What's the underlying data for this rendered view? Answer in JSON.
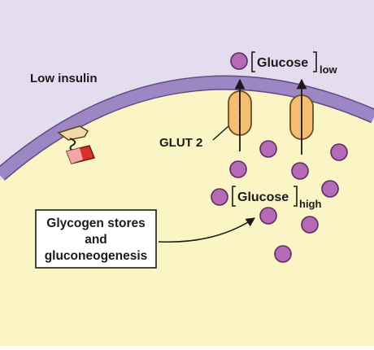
{
  "labels": {
    "low_insulin": "Low insulin",
    "glut2": "GLUT 2",
    "glucose": "Glucose",
    "low_sub": "low",
    "high_sub": "high",
    "box_lines": [
      "Glycogen stores",
      "and",
      "gluconeogenesis"
    ]
  },
  "colors": {
    "extracellular": "#e3ddef",
    "membrane": "#9c86c3",
    "membrane_edge": "#5e4b86",
    "cytoplasm": "#fbf4c4",
    "glut_fill": "#f5bd72",
    "glut_stroke": "#6d4d22",
    "glucose_fill": "#b56ab6",
    "glucose_stroke": "#5e2b60",
    "receptor_pink": "#f3a6a6",
    "receptor_red": "#d8312c",
    "receptor_cream": "#f1d9a8"
  }
}
